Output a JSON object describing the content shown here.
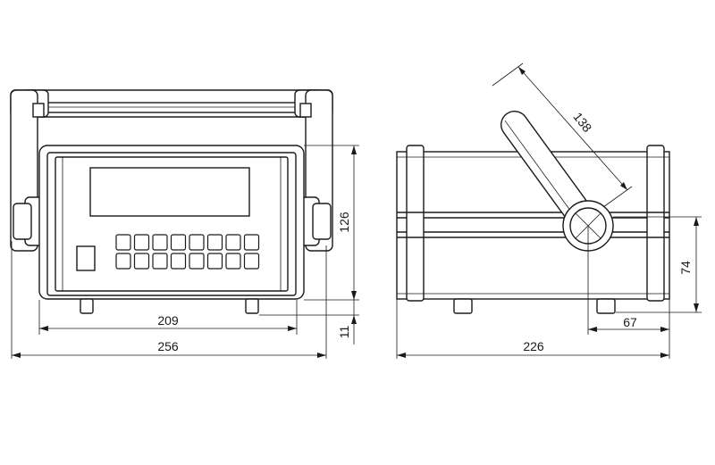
{
  "dimensions": {
    "front_inner_width": "209",
    "front_overall_width": "256",
    "front_height": "126",
    "foot_height": "11",
    "side_depth": "226",
    "handle_length": "138",
    "pivot_height": "74",
    "pivot_offset": "67"
  },
  "keypad": {
    "rows": 2,
    "cols": 8
  }
}
